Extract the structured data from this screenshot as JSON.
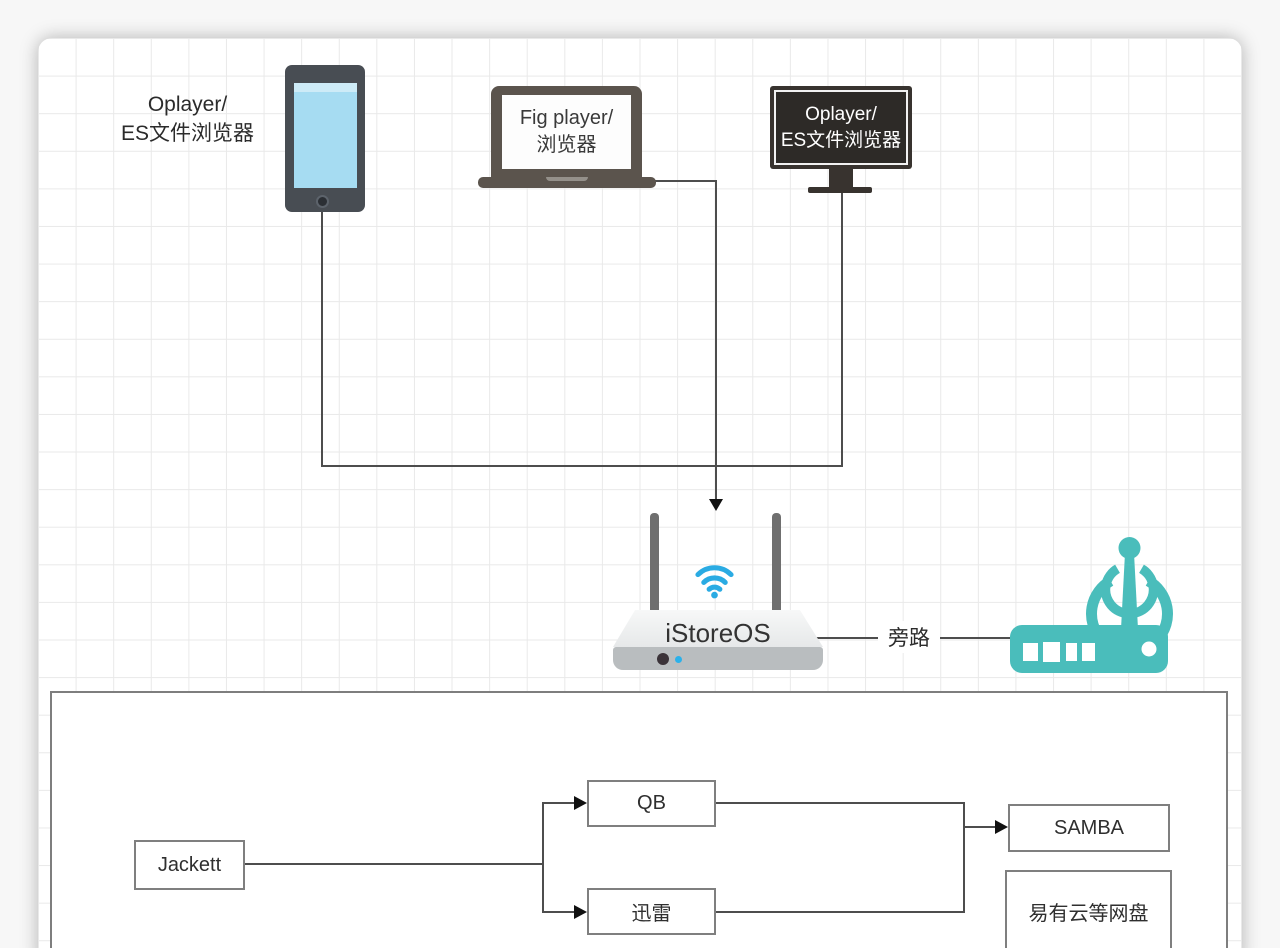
{
  "canvas": {
    "upper": {
      "phone": {
        "label_line1": "Oplayer/",
        "label_line2": "ES文件浏览器"
      },
      "laptop": {
        "label_line1": "Fig player/",
        "label_line2": "浏览器"
      },
      "monitor": {
        "label_line1": "Oplayer/",
        "label_line2": "ES文件浏览器"
      },
      "router": {
        "label": "iStoreOS"
      },
      "bypass": {
        "label": "旁路"
      }
    },
    "lower": {
      "jackett": "Jackett",
      "qb": "QB",
      "xunlei": "迅雷",
      "samba": "SAMBA",
      "cloud_drive": "易有云等网盘"
    },
    "colors": {
      "wifi_blue": "#2aabe3",
      "teal_router": "#4abdbb",
      "phone_screen_blue": "#a6dcf2",
      "connector_gray": "#4d4d4d",
      "box_border_gray": "#7f7f7f"
    }
  }
}
